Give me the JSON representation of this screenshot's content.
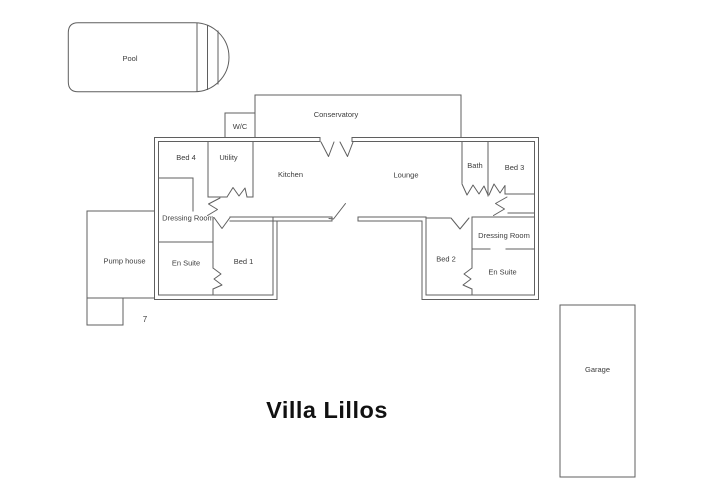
{
  "title": {
    "text": "Villa Lillos"
  },
  "labels": {
    "pool": "Pool",
    "conservatory": "Conservatory",
    "wc": "W/C",
    "bed4": "Bed 4",
    "utility": "Utility",
    "kitchen": "Kitchen",
    "lounge": "Lounge",
    "bath": "Bath",
    "bed3": "Bed 3",
    "dressing_room_left": "Dressing Room",
    "dressing_room_right": "Dressing Room",
    "en_suite_left": "En Suite",
    "en_suite_right": "En Suite",
    "bed1": "Bed 1",
    "bed2": "Bed 2",
    "pump_house": "Pump house",
    "garage": "Garage",
    "stray_mark": "7"
  },
  "colors": {
    "wall": "#5f5f5f",
    "label_text": "#3c3c3c",
    "title_text": "#111111",
    "background": "#ffffff"
  }
}
